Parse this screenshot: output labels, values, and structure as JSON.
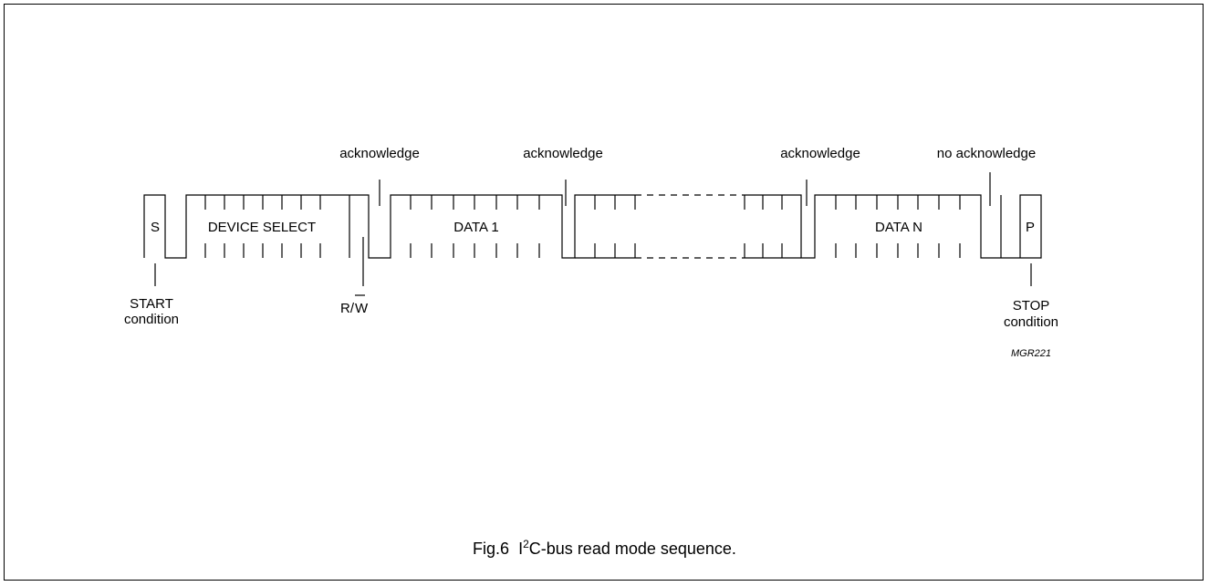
{
  "diagram": {
    "start_symbol": "S",
    "device_select_label": "DEVICE SELECT",
    "data1_label": "DATA 1",
    "datan_label": "DATA N",
    "stop_symbol": "P",
    "ack_label_1": "acknowledge",
    "ack_label_2": "acknowledge",
    "ack_label_3": "acknowledge",
    "no_ack_label": "no acknowledge",
    "start_condition_line1": "START",
    "start_condition_line2": "condition",
    "stop_condition_line1": "STOP",
    "stop_condition_line2": "condition",
    "rw_prefix": "R/",
    "rw_overbar": "W",
    "figure_code": "MGR221"
  },
  "caption": {
    "fig_number": "Fig.6",
    "bus_prefix": "I",
    "bus_sup": "2",
    "bus_rest": "C-bus read mode sequence."
  }
}
